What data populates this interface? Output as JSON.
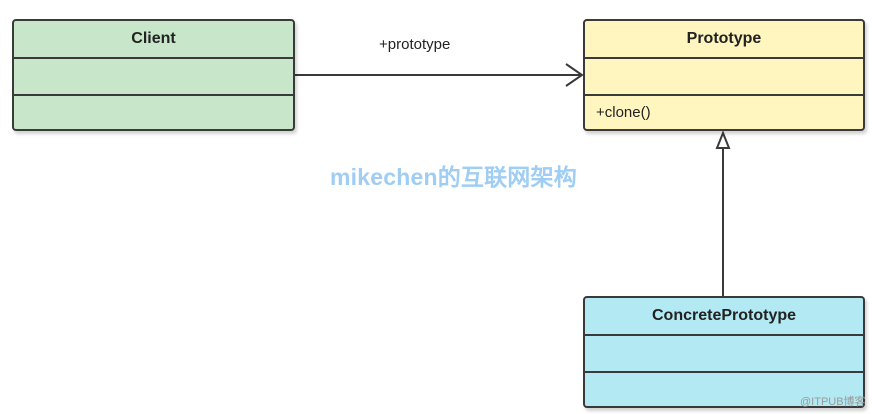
{
  "classes": {
    "client": {
      "name": "Client",
      "attributes": "",
      "methods": "",
      "fill": "#c8e6c9"
    },
    "prototype": {
      "name": "Prototype",
      "attributes": "",
      "methods": "+clone()",
      "fill": "#fff6bf"
    },
    "concrete": {
      "name": "ConcretePrototype",
      "attributes": "",
      "methods": "",
      "fill": "#b3e9f3"
    }
  },
  "relations": {
    "association": {
      "label": "+prototype",
      "from": "Client",
      "to": "Prototype",
      "kind": "association"
    },
    "inheritance": {
      "from": "ConcretePrototype",
      "to": "Prototype",
      "kind": "generalization"
    }
  },
  "watermark": "mikechen的互联网架构",
  "source_mark": "@ITPUB博客",
  "colors": {
    "stroke": "#3a3a3a",
    "watermark": "#9fcdf3"
  }
}
